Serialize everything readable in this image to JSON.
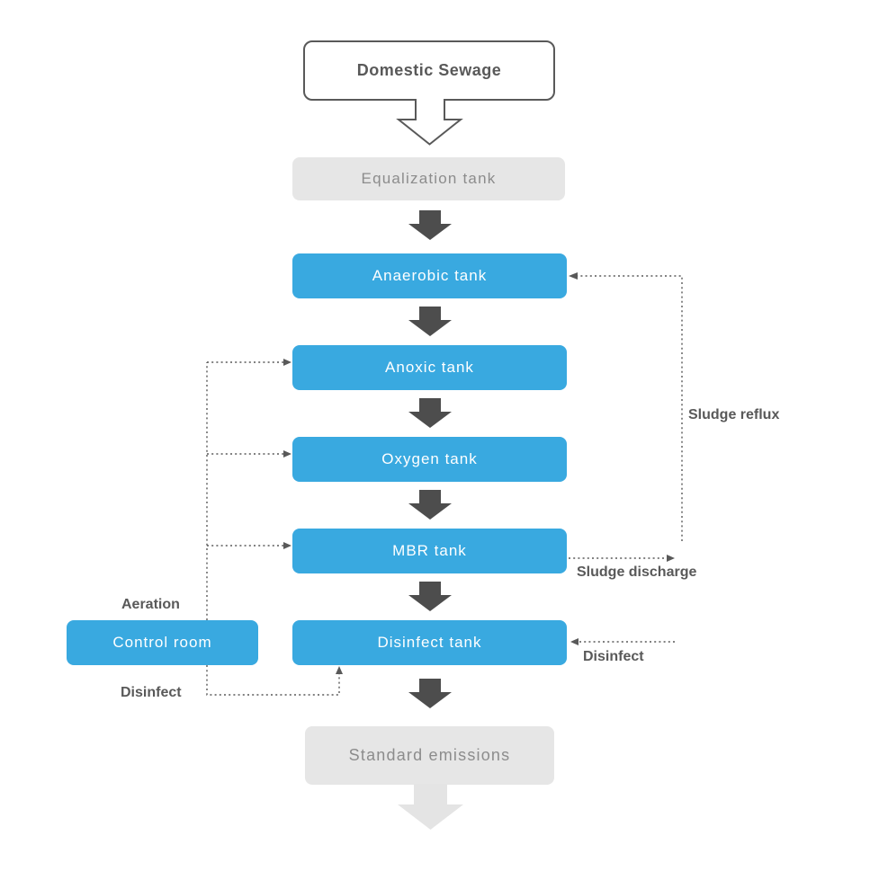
{
  "diagram_type": "flowchart",
  "colors": {
    "node_blue": "#39A9E0",
    "node_gray_fill": "#E6E6E6",
    "node_gray_text": "#8C8C8C",
    "outline_dark": "#595959",
    "solid_arrow_dark": "#4D4D4D",
    "bottom_arrow_light": "#E4E4E4",
    "node_text_white": "#FFFFFF"
  },
  "nodes": {
    "domestic_sewage": {
      "label": "Domestic Sewage"
    },
    "equalization_tank": {
      "label": "Equalization tank"
    },
    "anaerobic_tank": {
      "label": "Anaerobic tank"
    },
    "anoxic_tank": {
      "label": "Anoxic tank"
    },
    "oxygen_tank": {
      "label": "Oxygen tank"
    },
    "mbr_tank": {
      "label": "MBR tank"
    },
    "disinfect_tank": {
      "label": "Disinfect tank"
    },
    "standard_emissions": {
      "label": "Standard emissions"
    },
    "control_room": {
      "label": "Control room"
    }
  },
  "edge_labels": {
    "sludge_reflux": "Sludge reflux",
    "sludge_discharge": "Sludge discharge",
    "disinfect_dosing": "Disinfect",
    "aeration": "Aeration",
    "disinfect_control": "Disinfect"
  }
}
